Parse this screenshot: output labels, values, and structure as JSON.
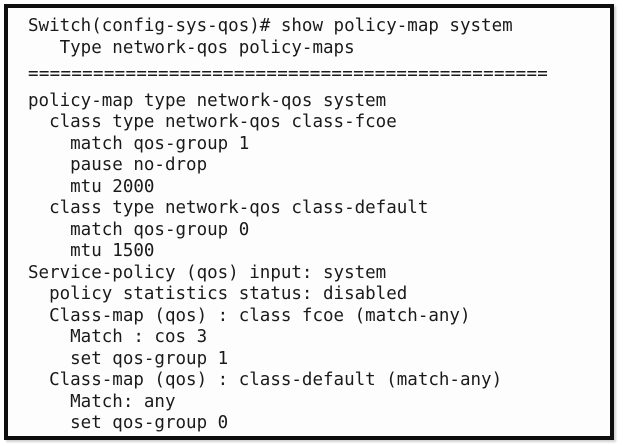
{
  "window": {
    "kind": "terminal-output-snippet",
    "device_prompt": "Switch(config-sys-qos)#",
    "command": "show policy-map system"
  },
  "colors": {
    "background": "#ffffff",
    "panel_background": "#fdfdfd",
    "border": "#0e0e0e",
    "text": "#1a1a1a"
  },
  "console": {
    "lines": [
      "Switch(config-sys-qos)# show policy-map system",
      "   Type network-qos policy-maps",
      "================================================",
      "policy-map type network-qos system",
      "  class type network-qos class-fcoe",
      "    match qos-group 1",
      "    pause no-drop",
      "    mtu 2000",
      "  class type network-qos class-default",
      "    match qos-group 0",
      "    mtu 1500",
      "Service-policy (qos) input: system",
      "  policy statistics status: disabled",
      "  Class-map (qos) : class fcoe (match-any)",
      "    Match : cos 3",
      "    set qos-group 1",
      "  Class-map (qos) : class-default (match-any)",
      "    Match: any",
      "    set qos-group 0"
    ]
  }
}
